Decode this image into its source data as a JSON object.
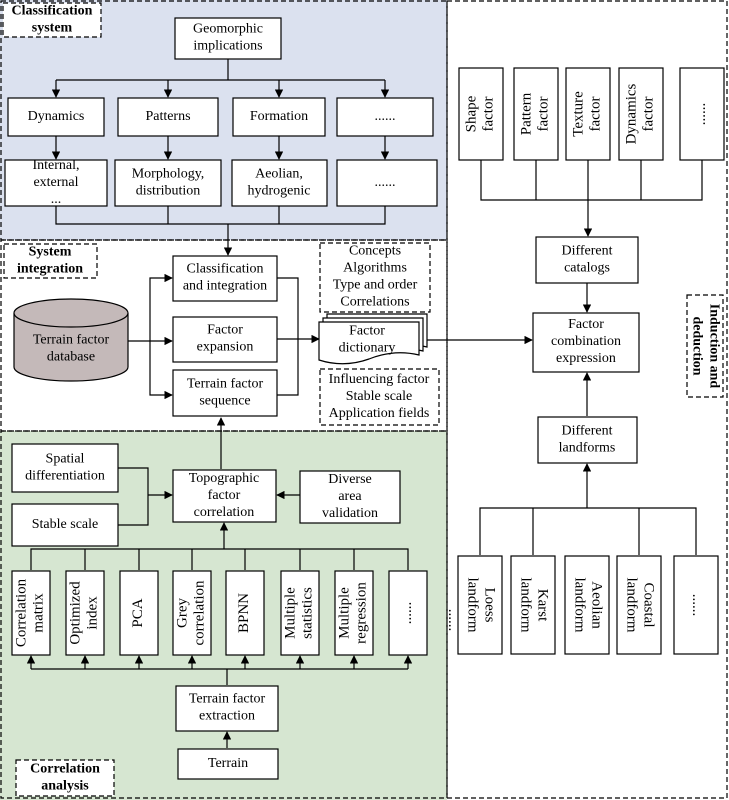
{
  "sections": {
    "classification": [
      "Classification",
      "system"
    ],
    "integration": [
      "System",
      "integration"
    ],
    "correlation": [
      "Correlation",
      "analysis"
    ],
    "induction": [
      "Induction and",
      "deduction"
    ]
  },
  "classification": {
    "root": [
      "Geomorphic",
      "implications"
    ],
    "categories": [
      {
        "label": [
          "Dynamics"
        ],
        "detail": [
          "Internal,",
          "external",
          "..."
        ]
      },
      {
        "label": [
          "Patterns"
        ],
        "detail": [
          "Morphology,",
          "distribution"
        ]
      },
      {
        "label": [
          "Formation"
        ],
        "detail": [
          "Aeolian,",
          "hydrogenic"
        ]
      },
      {
        "label": [
          "......"
        ],
        "detail": [
          "......"
        ]
      }
    ]
  },
  "integration": {
    "database": [
      "Terrain factor",
      "database"
    ],
    "steps": [
      [
        "Classification",
        "and integration"
      ],
      [
        "Factor",
        "expansion"
      ],
      [
        "Terrain factor",
        "sequence"
      ]
    ],
    "dictionary": [
      "Factor",
      "dictionary"
    ],
    "notes_top": [
      "Concepts",
      "Algorithms",
      "Type and order",
      "Correlations"
    ],
    "notes_bottom": [
      "Influencing factor",
      "Stable scale",
      "Application fields"
    ]
  },
  "correlation": {
    "center": [
      "Topographic",
      "factor",
      "correlation"
    ],
    "spatial": [
      "Spatial",
      "differentiation"
    ],
    "stable": [
      "Stable scale"
    ],
    "diverse": [
      "Diverse",
      "area",
      "validation"
    ],
    "methods": [
      [
        "Correlation",
        "matrix"
      ],
      [
        "Optimized",
        "index"
      ],
      [
        "PCA"
      ],
      [
        "Grey",
        "correlation"
      ],
      [
        "BPNN"
      ],
      [
        "Multiple",
        "statistics"
      ],
      [
        "Multiple",
        "regression"
      ],
      [
        "......"
      ]
    ],
    "extraction": [
      "Terrain factor",
      "extraction"
    ],
    "terrain": [
      "Terrain"
    ]
  },
  "induction": {
    "factors": [
      [
        "Shape",
        "factor"
      ],
      [
        "Pattern",
        "factor"
      ],
      [
        "Texture",
        "factor"
      ],
      [
        "Dynamics",
        "factor"
      ],
      [
        "......"
      ]
    ],
    "catalogs": [
      "Different",
      "catalogs"
    ],
    "expression": [
      "Factor",
      "combination",
      "expression"
    ],
    "landforms_label": [
      "Different",
      "landforms"
    ],
    "landforms": [
      [
        "Loess",
        "landform"
      ],
      [
        "Karst",
        "landform"
      ],
      [
        "Aeolian",
        "landform"
      ],
      [
        "Coastal",
        "landform"
      ],
      [
        "......"
      ]
    ],
    "landforms_extra": [
      "......"
    ]
  },
  "colors": {
    "classification_panel": "#dbe1ef",
    "correlation_panel": "#d6e6d1",
    "database_cylinder": "#c4b9b9"
  }
}
